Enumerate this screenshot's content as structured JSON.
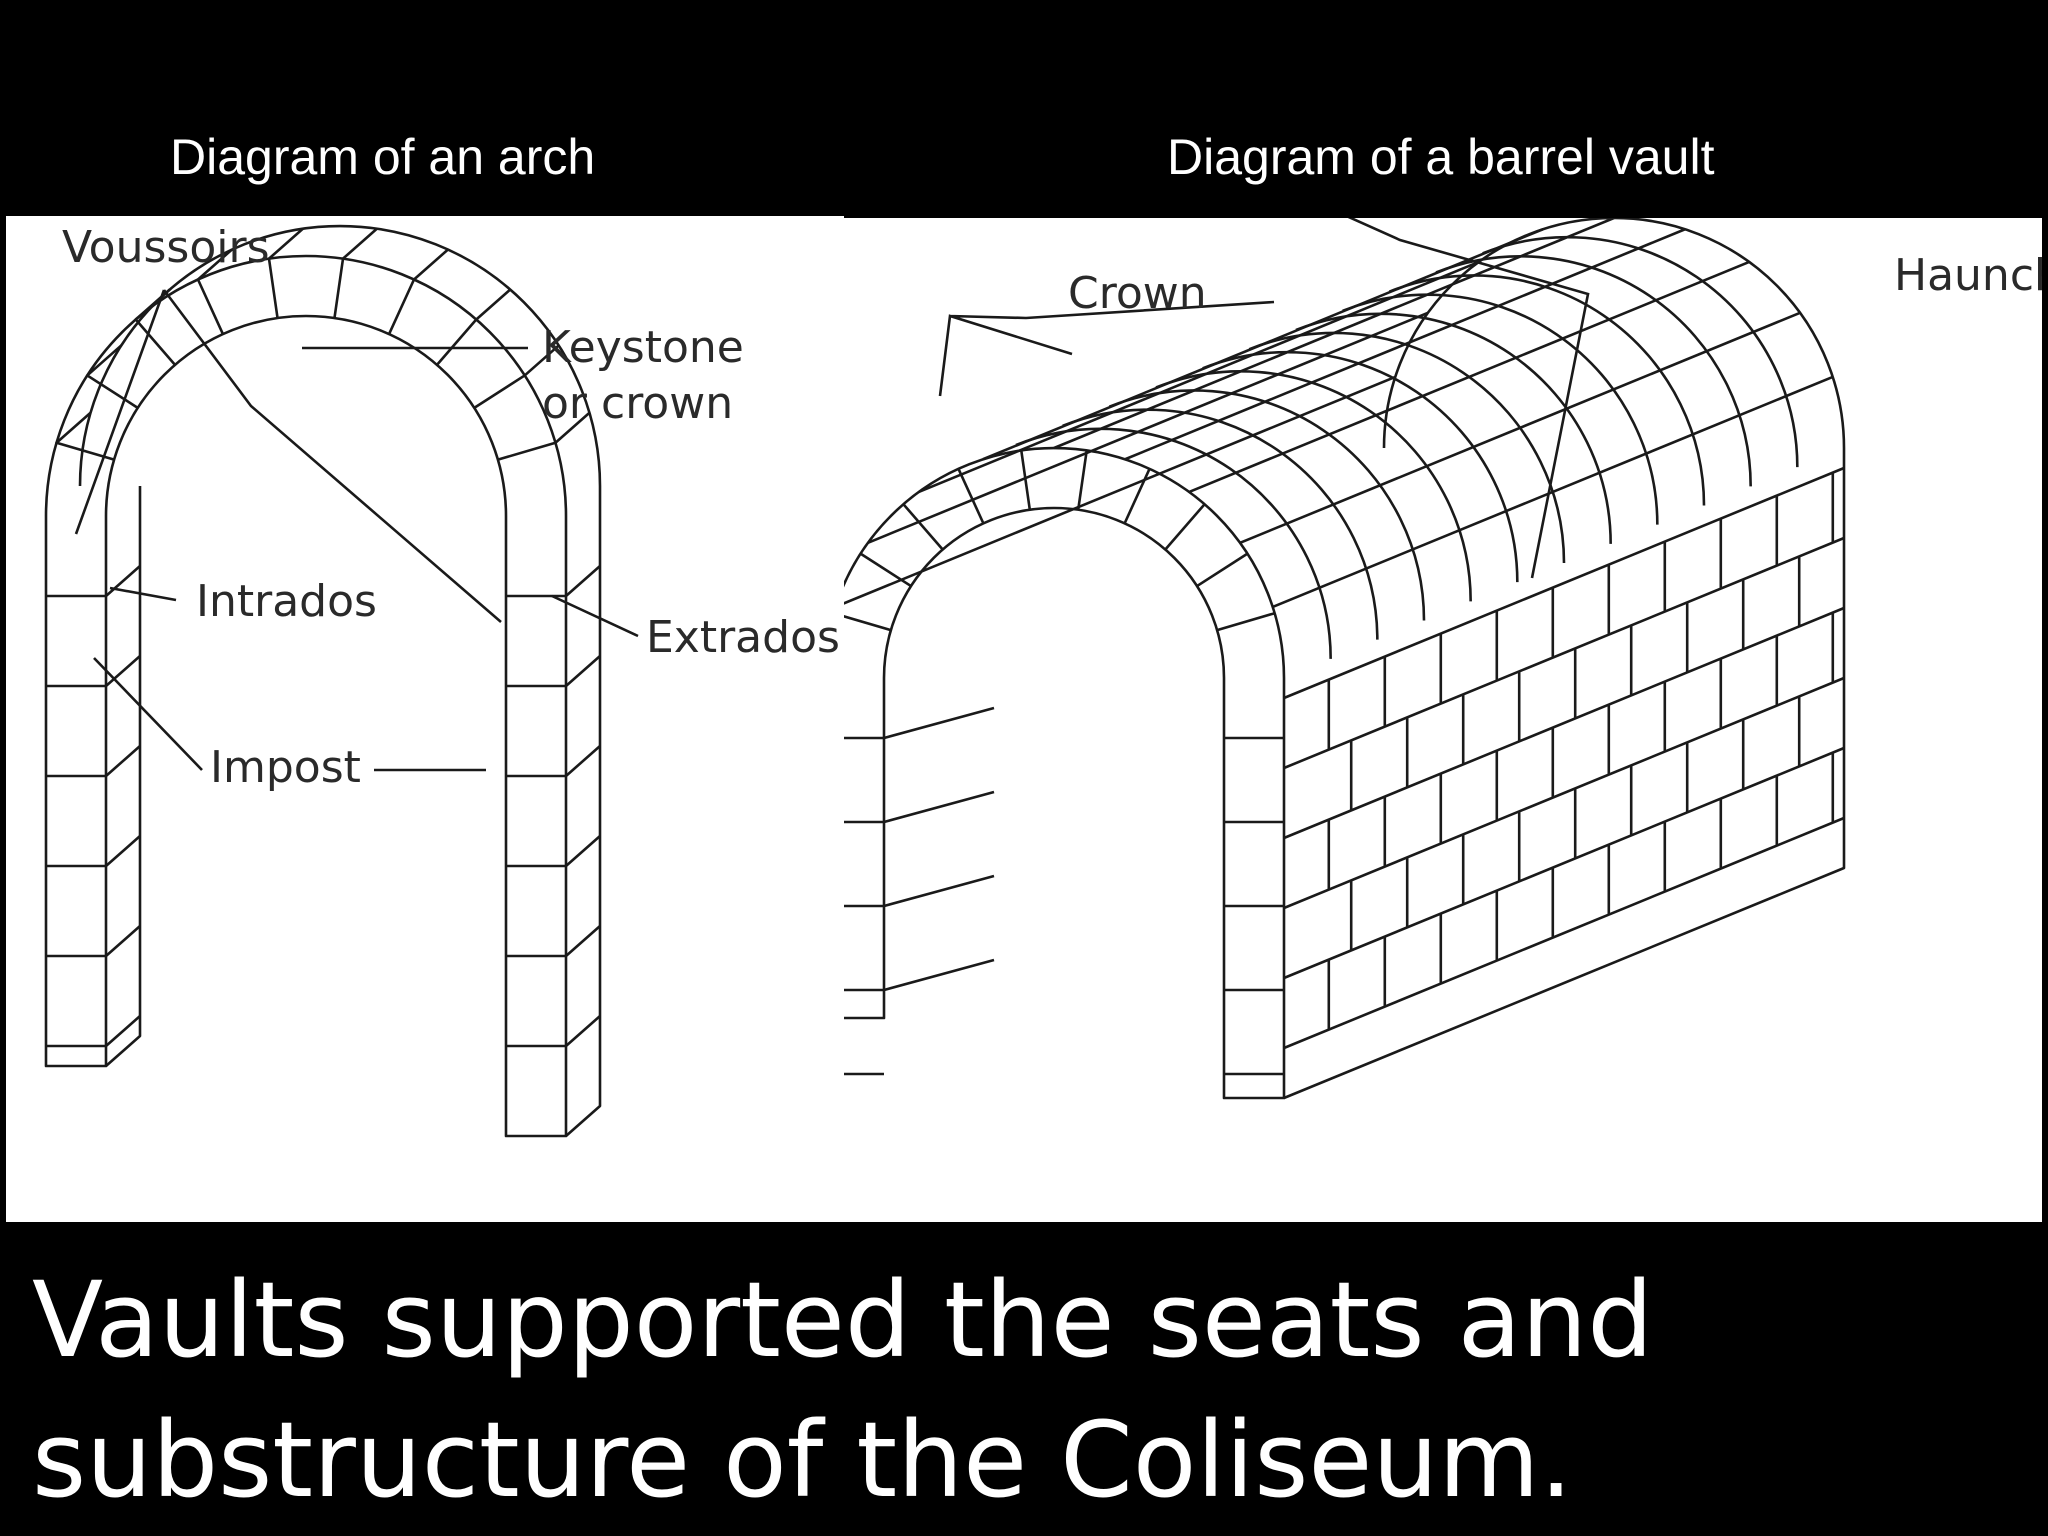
{
  "headings": {
    "arch": "Diagram of an arch",
    "vault": "Diagram of a barrel vault"
  },
  "arch_labels": {
    "voussoirs": "Voussoirs",
    "keystone_line1": "Keystone",
    "keystone_line2": "or crown",
    "intrados": "Intrados",
    "extrados": "Extrados",
    "impost": "Impost"
  },
  "vault_labels": {
    "crown": "Crown",
    "haunch": "Haunch"
  },
  "caption": {
    "line1": "Vaults supported the seats and",
    "line2": "substructure of the Coliseum."
  },
  "colors": {
    "background": "#000000",
    "panel": "#ffffff",
    "ink": "#1a1a1a",
    "text": "#ffffff"
  }
}
